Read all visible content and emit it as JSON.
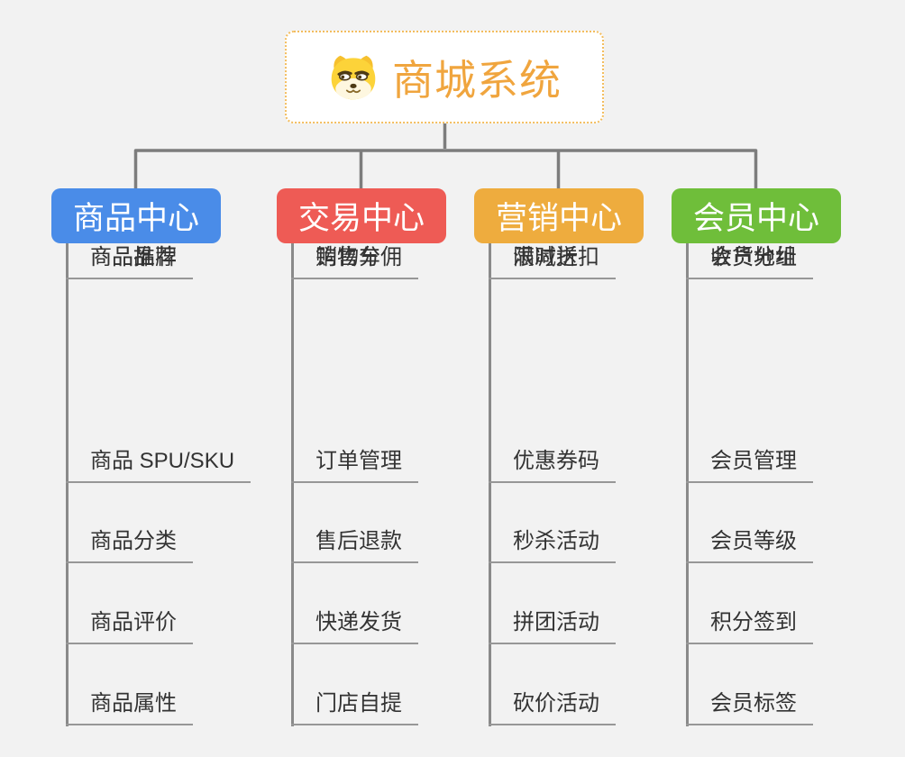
{
  "page": {
    "background_color": "#f2f2f2",
    "connector_color": "#7d7d7d",
    "underline_color": "#979797"
  },
  "root": {
    "title": "商城系统",
    "title_color": "#f0a53e",
    "border_color": "#f3bd5e",
    "icon": "dog-face-icon"
  },
  "branches": [
    {
      "label": "商品中心",
      "color": "#4a8ce8",
      "items": [
        "商品 SPU/SKU",
        "商品分类",
        "商品评价",
        "商品属性",
        "商品推荐",
        "商品品牌"
      ]
    },
    {
      "label": "交易中心",
      "color": "#ee5b55",
      "items": [
        "订单管理",
        "售后退款",
        "快递发货",
        "门店自提",
        "购物车",
        "销售分佣"
      ]
    },
    {
      "label": "营销中心",
      "color": "#eeac3e",
      "items": [
        "优惠券码",
        "秒杀活动",
        "拼团活动",
        "砍价活动",
        "限时折扣",
        "满减送"
      ]
    },
    {
      "label": "会员中心",
      "color": "#6fbe3a",
      "items": [
        "会员管理",
        "会员等级",
        "积分签到",
        "会员标签",
        "会员分组",
        "收货地址"
      ]
    }
  ]
}
